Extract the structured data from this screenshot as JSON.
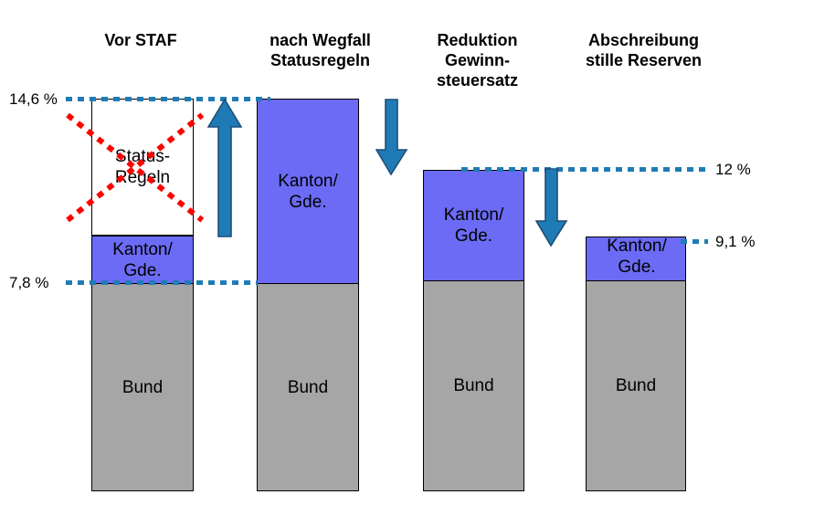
{
  "figure": {
    "title_hidden": "Entwicklung Gewinnsteuerbelastung STAF",
    "colors": {
      "blue_segment": "#6B6BF5",
      "gray_segment": "#A6A6A6",
      "white_segment": "#FFFFFF",
      "dotted_line": "#1F7BB6",
      "arrow": "#1F7BB6",
      "cross": "#FF0000",
      "text": "#000000",
      "background": "#FFFFFF"
    }
  },
  "headings": [
    {
      "id": "col-1",
      "label": "Vor STAF"
    },
    {
      "id": "col-2",
      "label": "nach Wegfall\nStatusregeln"
    },
    {
      "id": "col-3",
      "label": "Reduktion\nGewinn-\nsteuersatz"
    },
    {
      "id": "col-4",
      "label": "Abschreibung\nstille Reserven"
    }
  ],
  "segments": {
    "status": "Status-\nRegeln",
    "kanton": "Kanton/\nGde.",
    "bund": "Bund"
  },
  "percent_labels": [
    {
      "id": "pct-146",
      "value": "14,6 %"
    },
    {
      "id": "pct-78",
      "value": "7,8 %"
    },
    {
      "id": "pct-12",
      "value": "12 %"
    },
    {
      "id": "pct-91",
      "value": "9,1 %"
    }
  ],
  "chart_data": {
    "type": "bar",
    "title": "",
    "xlabel": "",
    "ylabel": "",
    "stacked": true,
    "grid": false,
    "legend": "none",
    "ylim": [
      0,
      16.5
    ],
    "categories": [
      "Vor STAF",
      "nach Wegfall Statusregeln",
      "Reduktion Gewinnsteuersatz",
      "Abschreibung stille Reserven"
    ],
    "series": [
      {
        "name": "Bund",
        "values": [
          7.8,
          7.8,
          7.8,
          7.8
        ]
      },
      {
        "name": "Kanton/Gde.",
        "values": [
          1.8,
          6.8,
          4.2,
          1.3
        ]
      },
      {
        "name": "Status-Regeln",
        "values": [
          5.0,
          0,
          0,
          0
        ]
      }
    ],
    "totals": [
      14.6,
      14.6,
      12.0,
      9.1
    ],
    "annotations": [
      {
        "text": "14,6 %",
        "value": 14.6,
        "type": "reference-line",
        "position": "left"
      },
      {
        "text": "7,8 %",
        "value": 7.8,
        "type": "reference-line",
        "position": "left"
      },
      {
        "text": "12 %",
        "value": 12.0,
        "type": "reference-line",
        "position": "right"
      },
      {
        "text": "9,1 %",
        "value": 9.1,
        "type": "reference-line",
        "position": "right"
      },
      {
        "text": "Status-Regeln struck through with red cross",
        "type": "cross"
      },
      {
        "text": "arrow up (Kanton/Gde. grows to 14,6 %)",
        "type": "arrow-up"
      },
      {
        "text": "arrow down (14,6 % to 12 %)",
        "type": "arrow-down"
      },
      {
        "text": "arrow down (12 % to 9,1 %)",
        "type": "arrow-down"
      }
    ]
  }
}
